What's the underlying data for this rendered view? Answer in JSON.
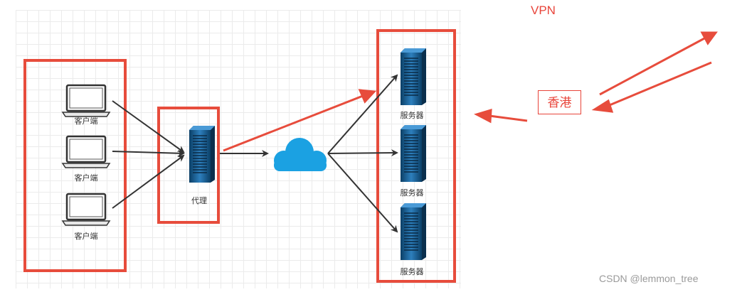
{
  "diagram": {
    "client_label": "客户端",
    "proxy_label": "代理",
    "server_label": "服务器",
    "annotation_vpn": "VPN",
    "annotation_hongkong": "香港"
  },
  "colors": {
    "highlight": "#e74c3c",
    "cloud": "#1ba1e2",
    "server_dark": "#0b3f66",
    "server_light": "#2d7fbd",
    "arrow": "#333333"
  },
  "watermark": "CSDN @lemmon_tree"
}
